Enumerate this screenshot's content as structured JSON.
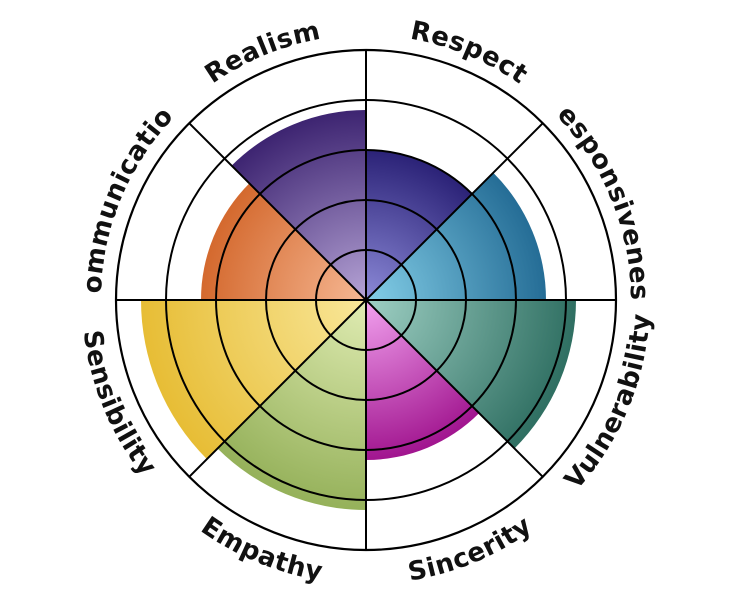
{
  "labels": {
    "realism": "Realism",
    "respect": "Respect",
    "responsiveness": "Responsiveness",
    "vulnerability": "Vulnerability",
    "sincerity": "Sincerity",
    "empathy": "Empathy",
    "sensibility": "Sensibility",
    "communication": "Communication"
  },
  "scale": {
    "levels": 5
  },
  "segments": [
    {
      "key": "respect",
      "level": 3.0,
      "color_light": "#8c8ad8",
      "color_dark": "#2b2277"
    },
    {
      "key": "responsiveness",
      "level": 3.6,
      "color_light": "#84cfe8",
      "color_dark": "#256d96"
    },
    {
      "key": "vulnerability",
      "level": 4.2,
      "color_light": "#9fd0c4",
      "color_dark": "#2f6f62"
    },
    {
      "key": "sincerity",
      "level": 3.2,
      "color_light": "#f2a2ef",
      "color_dark": "#a1158f"
    },
    {
      "key": "empathy",
      "level": 4.2,
      "color_light": "#e0ecb3",
      "color_dark": "#95b15a"
    },
    {
      "key": "sensibility",
      "level": 4.5,
      "color_light": "#f9e79a",
      "color_dark": "#e7bd35"
    },
    {
      "key": "communication",
      "level": 3.3,
      "color_light": "#f6b894",
      "color_dark": "#d4692e"
    },
    {
      "key": "realism",
      "level": 3.8,
      "color_light": "#b6a4d6",
      "color_dark": "#3d2471"
    }
  ],
  "colors": {
    "grid": "#000000",
    "label": "#111111",
    "background": "#ffffff"
  }
}
